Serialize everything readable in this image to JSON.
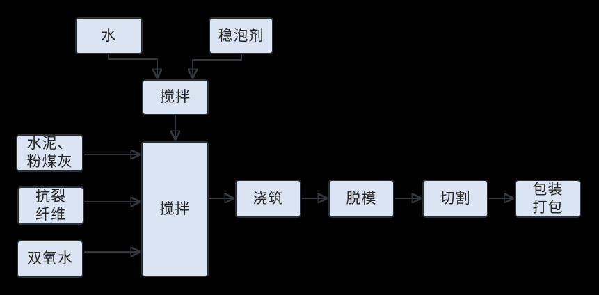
{
  "diagram": {
    "colors": {
      "background": "#000000",
      "node_fill": "#dbe4f2",
      "node_border": "#2b3036",
      "connector": "#33383f",
      "text": "#262626"
    },
    "nodes": {
      "water": {
        "label": "水"
      },
      "foam_stabilizer": {
        "label": "稳泡剂"
      },
      "premix": {
        "label": "搅拌"
      },
      "cement_fly_ash": {
        "label": "水泥、\n粉煤灰"
      },
      "anti_crack_fiber": {
        "label": "抗裂\n纤维"
      },
      "hydrogen_peroxide": {
        "label": "双氧水"
      },
      "main_mix": {
        "label": "搅拌"
      },
      "pouring": {
        "label": "浇筑"
      },
      "demolding": {
        "label": "脱模"
      },
      "cutting": {
        "label": "切割"
      },
      "packing": {
        "label": "包装\n打包"
      }
    },
    "edges": [
      {
        "from": "water",
        "to": "premix"
      },
      {
        "from": "foam_stabilizer",
        "to": "premix"
      },
      {
        "from": "premix",
        "to": "main_mix"
      },
      {
        "from": "cement_fly_ash",
        "to": "main_mix"
      },
      {
        "from": "anti_crack_fiber",
        "to": "main_mix"
      },
      {
        "from": "hydrogen_peroxide",
        "to": "main_mix"
      },
      {
        "from": "main_mix",
        "to": "pouring"
      },
      {
        "from": "pouring",
        "to": "demolding"
      },
      {
        "from": "demolding",
        "to": "cutting"
      },
      {
        "from": "cutting",
        "to": "packing"
      }
    ]
  }
}
